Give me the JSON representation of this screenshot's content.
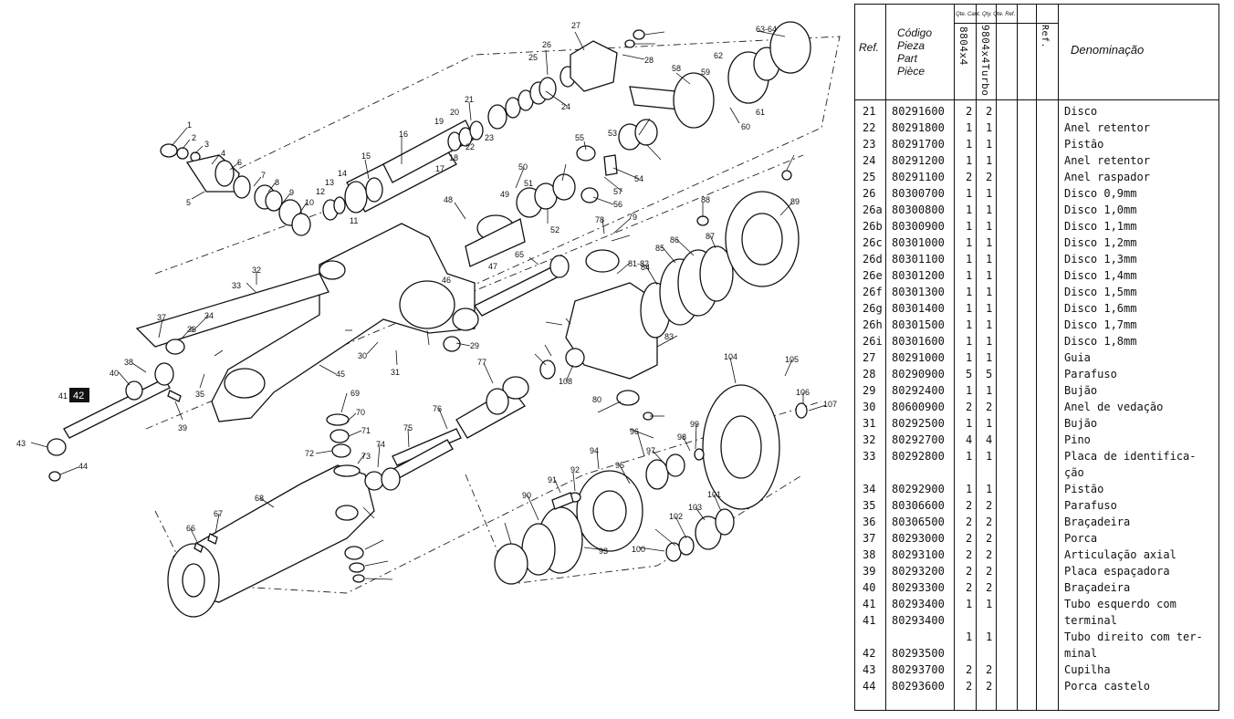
{
  "diagram": {
    "callouts": [
      "1",
      "2",
      "3",
      "4",
      "5",
      "6",
      "7",
      "8",
      "9",
      "10",
      "11",
      "12",
      "13",
      "14",
      "15",
      "16",
      "17",
      "18",
      "19",
      "20",
      "21",
      "22",
      "23",
      "24",
      "25",
      "26",
      "27",
      "28",
      "29",
      "30",
      "31",
      "32",
      "33",
      "34",
      "35",
      "36",
      "37",
      "38",
      "39",
      "40",
      "41 42",
      "43",
      "44",
      "45",
      "46",
      "47",
      "48",
      "49",
      "50",
      "51",
      "52",
      "53",
      "54",
      "55",
      "56",
      "57",
      "58",
      "59",
      "60",
      "61",
      "62",
      "63-64",
      "65",
      "66",
      "67",
      "68",
      "69",
      "70",
      "71",
      "72",
      "73",
      "74",
      "75",
      "76",
      "77",
      "78",
      "79",
      "80",
      "81-82",
      "83",
      "84",
      "85",
      "86",
      "87",
      "88",
      "89",
      "90",
      "91",
      "92",
      "93",
      "94",
      "95",
      "96",
      "97",
      "98",
      "99",
      "100",
      "101",
      "102",
      "103",
      "104",
      "105",
      "106",
      "107",
      "108"
    ],
    "highlight_label": "42"
  },
  "table": {
    "headers": {
      "ref": "Ref.",
      "code": [
        "Código",
        "Pieza",
        "Part",
        "Pièce"
      ],
      "qty": "Qte. Cant. Qty. Qte. Ref.",
      "model1": "8804x4",
      "model2": "9804x4Turbo",
      "ref2": "Ref.",
      "name": "Denominação"
    },
    "rows": [
      {
        "ref": "21",
        "code": "80291600",
        "q1": "2",
        "q2": "2",
        "name": "Disco"
      },
      {
        "ref": "22",
        "code": "80291800",
        "q1": "1",
        "q2": "1",
        "name": "Anel retentor"
      },
      {
        "ref": "23",
        "code": "80291700",
        "q1": "1",
        "q2": "1",
        "name": "Pistão"
      },
      {
        "ref": "24",
        "code": "80291200",
        "q1": "1",
        "q2": "1",
        "name": "Anel retentor"
      },
      {
        "ref": "25",
        "code": "80291100",
        "q1": "2",
        "q2": "2",
        "name": "Anel raspador"
      },
      {
        "ref": "26",
        "code": "80300700",
        "q1": "1",
        "q2": "1",
        "name": "Disco 0,9mm"
      },
      {
        "ref": "26a",
        "code": "80300800",
        "q1": "1",
        "q2": "1",
        "name": "Disco 1,0mm"
      },
      {
        "ref": "26b",
        "code": "80300900",
        "q1": "1",
        "q2": "1",
        "name": "Disco 1,1mm"
      },
      {
        "ref": "26c",
        "code": "80301000",
        "q1": "1",
        "q2": "1",
        "name": "Disco 1,2mm"
      },
      {
        "ref": "26d",
        "code": "80301100",
        "q1": "1",
        "q2": "1",
        "name": "Disco 1,3mm"
      },
      {
        "ref": "26e",
        "code": "80301200",
        "q1": "1",
        "q2": "1",
        "name": "Disco 1,4mm"
      },
      {
        "ref": "26f",
        "code": "80301300",
        "q1": "1",
        "q2": "1",
        "name": "Disco 1,5mm"
      },
      {
        "ref": "26g",
        "code": "80301400",
        "q1": "1",
        "q2": "1",
        "name": "Disco 1,6mm"
      },
      {
        "ref": "26h",
        "code": "80301500",
        "q1": "1",
        "q2": "1",
        "name": "Disco 1,7mm"
      },
      {
        "ref": "26i",
        "code": "80301600",
        "q1": "1",
        "q2": "1",
        "name": "Disco 1,8mm"
      },
      {
        "ref": "27",
        "code": "80291000",
        "q1": "1",
        "q2": "1",
        "name": "Guia"
      },
      {
        "ref": "28",
        "code": "80290900",
        "q1": "5",
        "q2": "5",
        "name": "Parafuso"
      },
      {
        "ref": "29",
        "code": "80292400",
        "q1": "1",
        "q2": "1",
        "name": "Bujão"
      },
      {
        "ref": "30",
        "code": "80600900",
        "q1": "2",
        "q2": "2",
        "name": "Anel de vedação"
      },
      {
        "ref": "31",
        "code": "80292500",
        "q1": "1",
        "q2": "1",
        "name": "Bujão"
      },
      {
        "ref": "32",
        "code": "80292700",
        "q1": "4",
        "q2": "4",
        "name": "Pino"
      },
      {
        "ref": "33",
        "code": "80292800",
        "q1": "1",
        "q2": "1",
        "name": "Placa de identifica-",
        "name2": "ção"
      },
      {
        "ref": "34",
        "code": "80292900",
        "q1": "1",
        "q2": "1",
        "name": "Pistão"
      },
      {
        "ref": "35",
        "code": "80306600",
        "q1": "2",
        "q2": "2",
        "name": "Parafuso"
      },
      {
        "ref": "36",
        "code": "80306500",
        "q1": "2",
        "q2": "2",
        "name": "Braçadeira"
      },
      {
        "ref": "37",
        "code": "80293000",
        "q1": "2",
        "q2": "2",
        "name": "Porca"
      },
      {
        "ref": "38",
        "code": "80293100",
        "q1": "2",
        "q2": "2",
        "name": "Articulação axial"
      },
      {
        "ref": "39",
        "code": "80293200",
        "q1": "2",
        "q2": "2",
        "name": "Placa espaçadora"
      },
      {
        "ref": "40",
        "code": "80293300",
        "q1": "2",
        "q2": "2",
        "name": "Braçadeira"
      },
      {
        "ref": "41",
        "code": "80293400",
        "q1": "1",
        "q2": "1",
        "name": "Tubo esquerdo com",
        "name2": "terminal"
      },
      {
        "ref": "41",
        "code": "80293400",
        "q1": "1",
        "q2": "1",
        "name": "Tubo direito com ter-",
        "name2": "minal",
        "ref_b": "42",
        "code_b": "80293500"
      },
      {
        "ref": "43",
        "code": "80293700",
        "q1": "2",
        "q2": "2",
        "name": "Cupilha"
      },
      {
        "ref": "44",
        "code": "80293600",
        "q1": "2",
        "q2": "2",
        "name": "Porca castelo"
      }
    ]
  }
}
